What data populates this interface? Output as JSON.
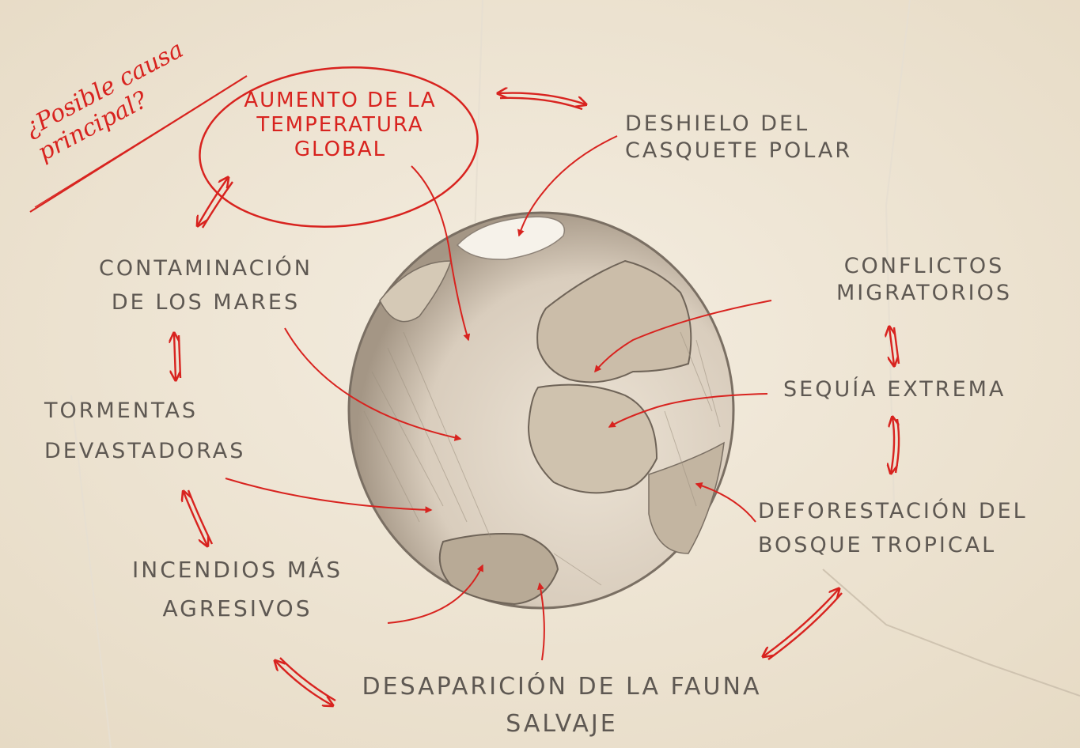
{
  "diagram": {
    "annotation": "¿Posible causa principal?",
    "central_cause": "AUMENTO DE LA TEMPERATURA GLOBAL",
    "effects": {
      "polar_ice": "DESHIELO DEL CASQUETE POLAR",
      "migration": "CONFLICTOS MIGRATORIOS",
      "drought": "SEQUÍA EXTREMA",
      "deforestation": "DEFORESTACIÓN DEL BOSQUE TROPICAL",
      "wildlife": "DESAPARICIÓN DE LA FAUNA SALVAJE",
      "fires": "INCENDIOS MÁS AGRESIVOS",
      "storms": "TORMENTAS DEVASTADORAS",
      "ocean_pollution": "CONTAMINACIÓN DE LOS MARES"
    },
    "colors": {
      "ink_red": "#d8231f",
      "pencil_gray": "#5e5852",
      "paper": "#efe6d6"
    }
  }
}
